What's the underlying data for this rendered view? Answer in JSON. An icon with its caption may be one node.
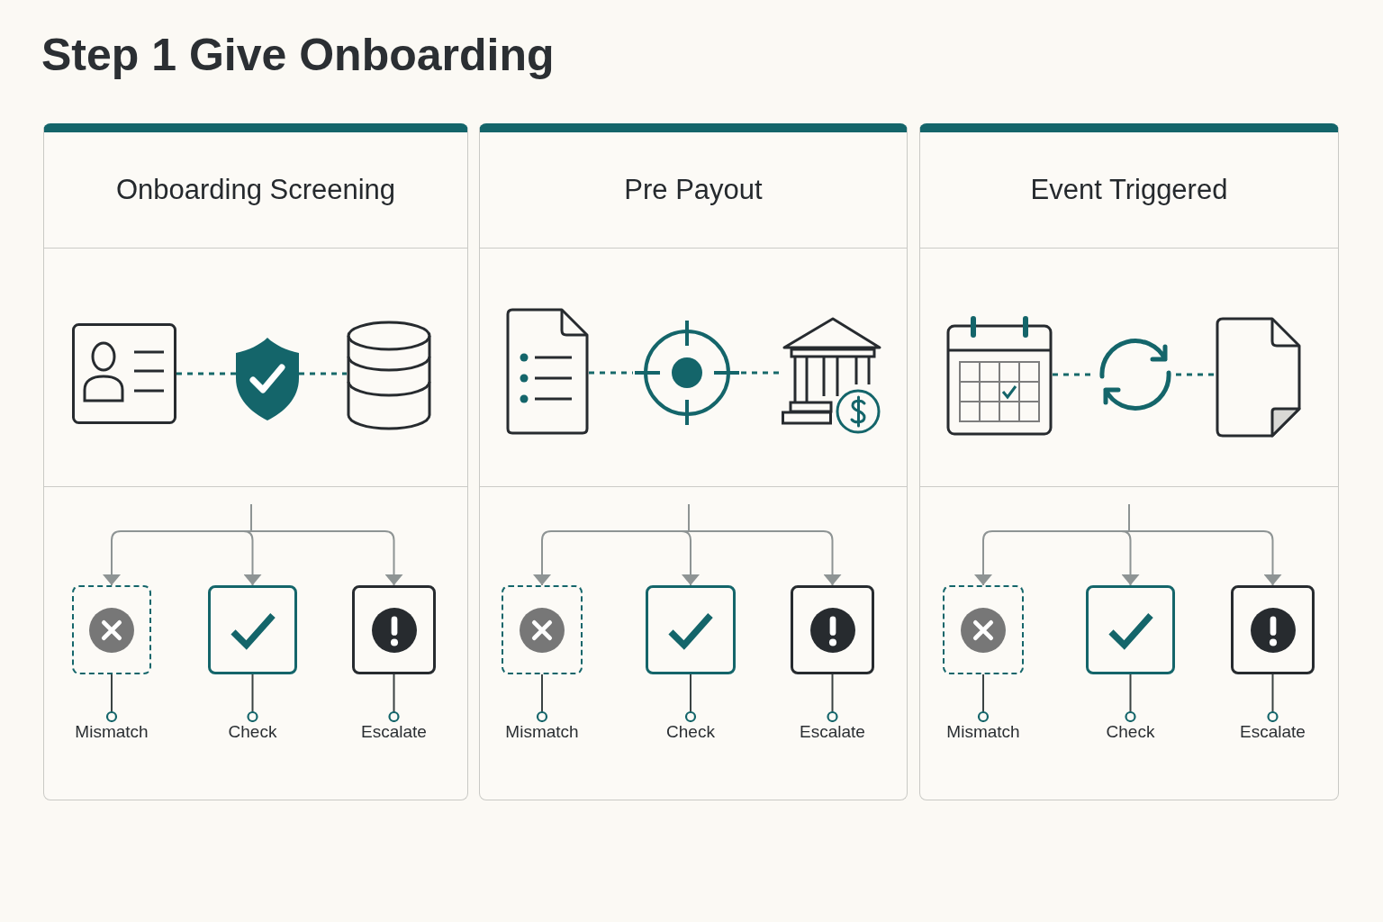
{
  "diagram": {
    "title": "Step 1 Give Onboarding",
    "nodes": [
      {
        "text": [
          "Onboarding Screening"
        ]
      },
      {
        "text": [],
        "shape": "picture",
        "in": 0
      },
      {
        "text": [],
        "shape": "picture",
        "in": 0
      },
      {
        "text": [],
        "shape": "cylinder",
        "in": 0
      },
      {
        "text": [],
        "shape": "box",
        "in": 0
      },
      {
        "text": [],
        "shape": "box",
        "in": 0
      },
      {
        "text": [],
        "shape": "box",
        "in": 0
      },
      {
        "text": [
          "Mismatch"
        ],
        "in": 0
      },
      {
        "text": [
          "Check"
        ],
        "in": 0
      },
      {
        "text": [
          "Escalate"
        ],
        "in": 0
      },
      {
        "text": [
          "Pre Payout"
        ]
      },
      {
        "text": [],
        "shape": "picture",
        "in": 10
      },
      {
        "text": [],
        "shape": "picture",
        "in": 10
      },
      {
        "text": [],
        "shape": "picture",
        "in": 10
      },
      {
        "text": [],
        "shape": "box",
        "in": 10
      },
      {
        "text": [],
        "shape": "box",
        "in": 10
      },
      {
        "text": [],
        "shape": "box",
        "in": 10
      },
      {
        "text": [
          "Mismatch"
        ],
        "in": 10
      },
      {
        "text": [
          "Check"
        ],
        "in": 10
      },
      {
        "text": [
          "Escalate"
        ],
        "in": 10
      },
      {
        "text": [
          "Event Triggered"
        ]
      },
      {
        "text": [],
        "shape": "picture",
        "in": 20
      },
      {
        "text": [],
        "shape": "picture",
        "in": 20
      },
      {
        "text": [],
        "shape": "picture",
        "in": 20
      },
      {
        "text": [],
        "shape": "box",
        "in": 20
      },
      {
        "text": [],
        "shape": "box",
        "in": 20
      },
      {
        "text": [],
        "shape": "box",
        "in": 20
      },
      {
        "text": [
          "Mismatch"
        ],
        "in": 20
      },
      {
        "text": [
          "Check"
        ],
        "in": 20
      },
      {
        "text": [
          "Escalate"
        ],
        "in": 20
      }
    ],
    "edges": [
      {
        "from": 1,
        "to": 2,
        "arrow": "none",
        "style": "dashed",
        "color": "#17696a"
      },
      {
        "from": 2,
        "to": 3,
        "arrow": "none",
        "style": "dashed",
        "color": "#17696a"
      },
      {
        "from": null,
        "to": 4,
        "arrow": "to"
      },
      {
        "from": null,
        "to": 5,
        "arrow": "to"
      },
      {
        "from": null,
        "to": 6,
        "arrow": "to"
      },
      {
        "from": 4,
        "to": 7,
        "arrow": "other",
        "color": "#3b4343"
      },
      {
        "from": 5,
        "to": 8,
        "arrow": "other",
        "color": "#3b4343"
      },
      {
        "from": 6,
        "to": 9,
        "arrow": "other",
        "color": "#3b4343"
      },
      {
        "from": 11,
        "to": 12,
        "arrow": "none",
        "style": "dashed",
        "color": "#17696a"
      },
      {
        "from": 12,
        "to": 13,
        "arrow": "none",
        "style": "dashed",
        "color": "#17696a"
      },
      {
        "from": null,
        "to": 14,
        "arrow": "to"
      },
      {
        "from": null,
        "to": 15,
        "arrow": "to"
      },
      {
        "from": null,
        "to": 16,
        "arrow": "to"
      },
      {
        "from": 14,
        "to": 17,
        "arrow": "other",
        "color": "#3b4343"
      },
      {
        "from": 15,
        "to": 18,
        "arrow": "other",
        "color": "#3b4343"
      },
      {
        "from": 16,
        "to": 19,
        "arrow": "other",
        "color": "#3b4343"
      },
      {
        "from": 21,
        "to": 22,
        "arrow": "none",
        "style": "dashed",
        "color": "#17696a"
      },
      {
        "from": 22,
        "to": 23,
        "arrow": "none",
        "style": "dashed",
        "color": "#17696a"
      },
      {
        "from": null,
        "to": 24,
        "arrow": "to"
      },
      {
        "from": null,
        "to": 25,
        "arrow": "to"
      },
      {
        "from": null,
        "to": 26,
        "arrow": "to"
      },
      {
        "from": 24,
        "to": 27,
        "arrow": "other",
        "color": "#3b4343"
      },
      {
        "from": 25,
        "to": 28,
        "arrow": "other",
        "color": "#3b4343"
      },
      {
        "from": 26,
        "to": 29,
        "arrow": "other",
        "color": "#3b4343"
      }
    ]
  }
}
